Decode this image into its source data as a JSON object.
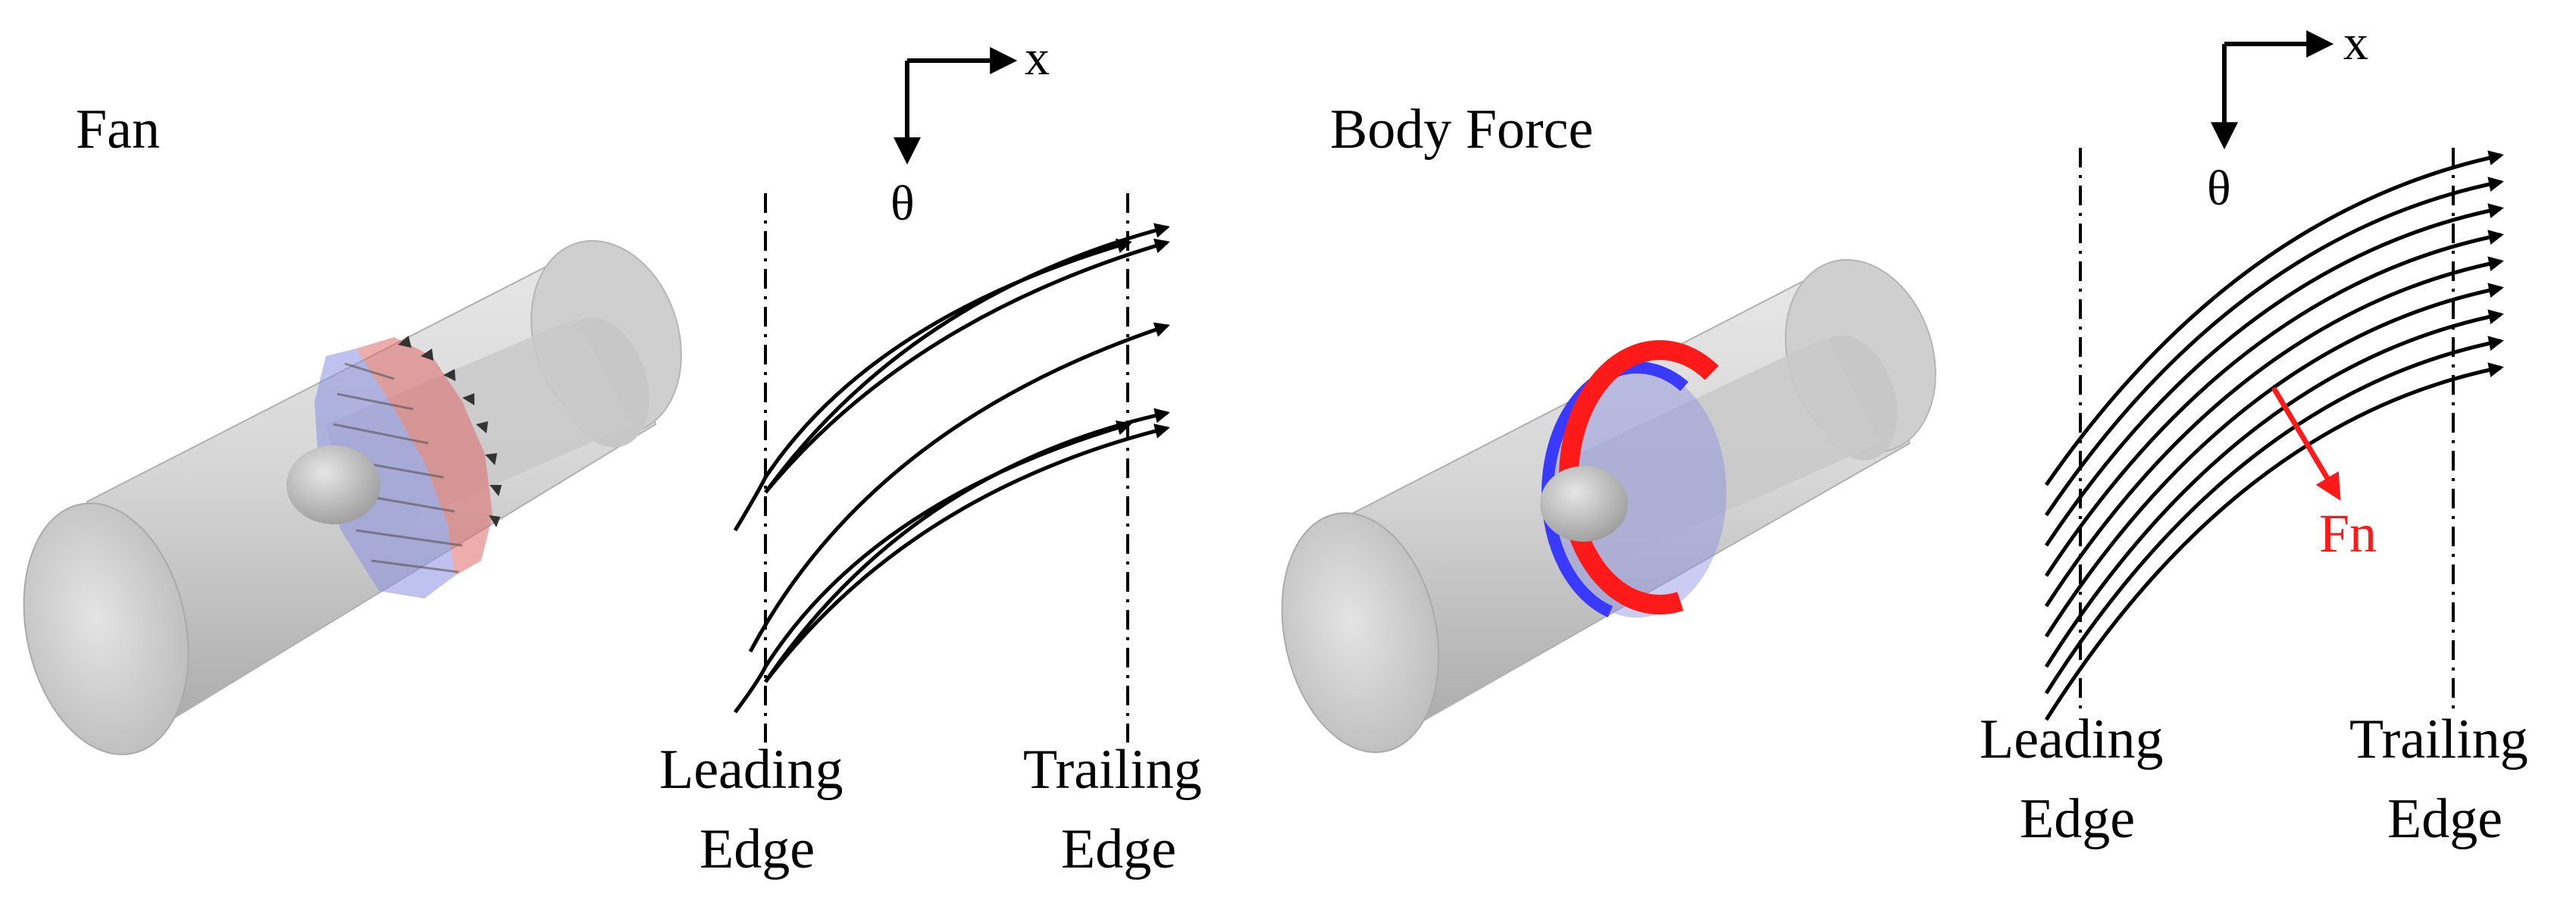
{
  "left_panel": {
    "title": "Fan",
    "axis_x": "x",
    "axis_theta": "θ",
    "leading_edge": [
      "Leading",
      "Edge"
    ],
    "trailing_edge": [
      "Trailing",
      "Edge"
    ]
  },
  "right_panel": {
    "title": "Body Force",
    "axis_x": "x",
    "axis_theta": "θ",
    "leading_edge": [
      "Leading",
      "Edge"
    ],
    "trailing_edge": [
      "Trailing",
      "Edge"
    ],
    "force_label": "Fn"
  },
  "colors": {
    "cylinder": "#d2d2d2",
    "blade_red": "#e06a6a",
    "blade_blue": "#8a8fe0",
    "disk_red": "#ff1a1a",
    "disk_blue": "#3a3aff",
    "force_arrow": "#ff1a1a"
  }
}
